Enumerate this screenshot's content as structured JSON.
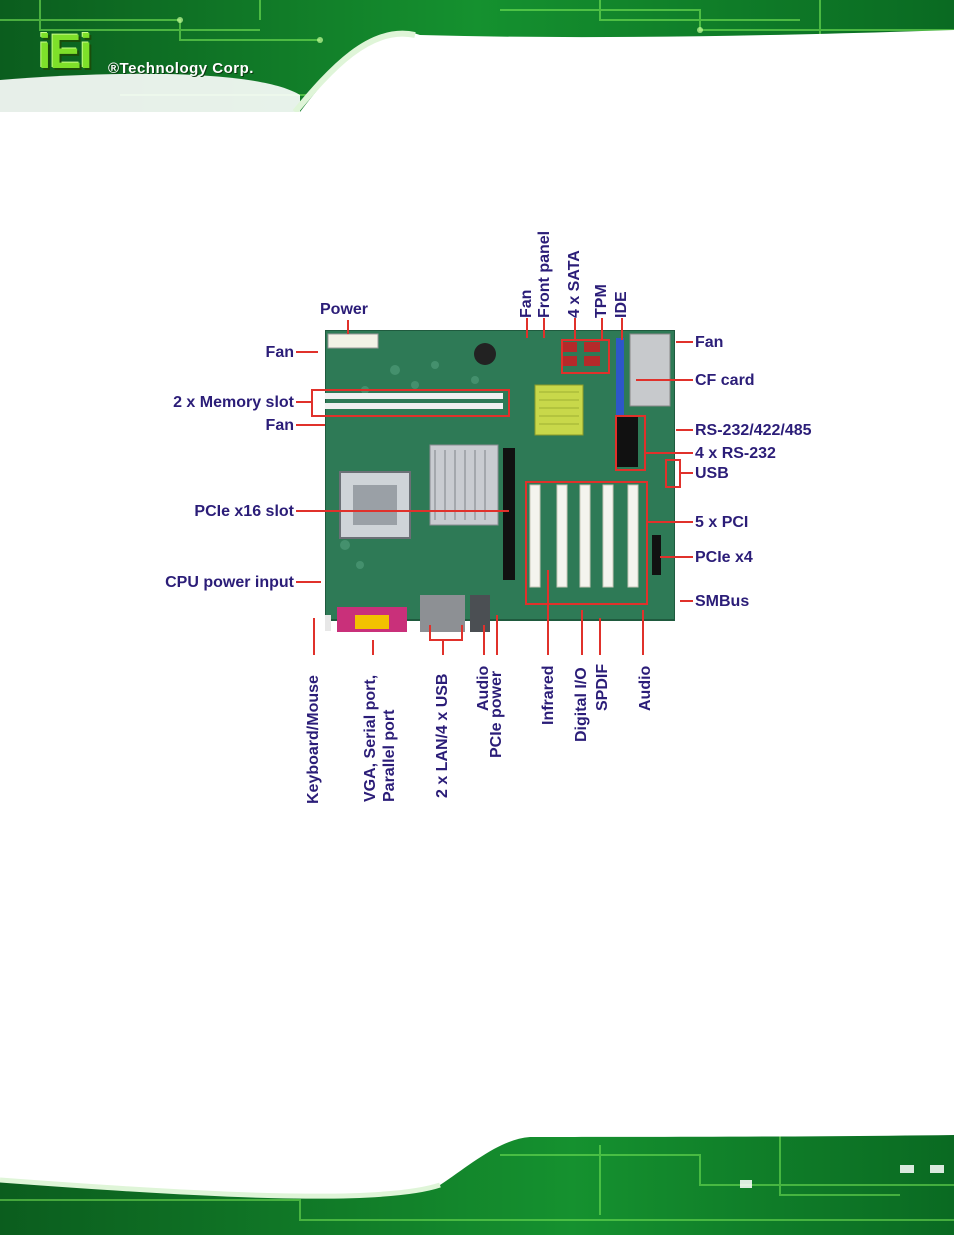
{
  "header": {
    "logo_mark": "iEi",
    "company": "®Technology Corp."
  },
  "diagram": {
    "labels": {
      "power": "Power",
      "fan_top_left": "Fan",
      "memory": "2 x Memory slot",
      "fan_left": "Fan",
      "pcie_x16": "PCIe x16 slot",
      "cpu_power": "CPU power input",
      "fan_right": "Fan",
      "cf_card": "CF card",
      "rs232_422_485": "RS-232/422/485",
      "rs232": "4 x RS-232",
      "usb": "USB",
      "pci": "5 x PCI",
      "pcie_x4": "PCIe x4",
      "smbus": "SMBus"
    },
    "top_vertical": {
      "fan": "Fan",
      "front_panel": "Front panel",
      "sata": "4 x SATA",
      "tpm": "TPM",
      "ide": "IDE"
    },
    "bottom_vertical": {
      "keyboard_mouse": "Keyboard/Mouse",
      "vga_line1": "VGA, Serial port,",
      "vga_line2": "Parallel port",
      "lan_usb": "2 x LAN/4 x USB",
      "audio": "Audio",
      "pcie_power": "PCIe power",
      "infrared": "Infrared",
      "digital_io": "Digital I/O",
      "spdif": "SPDIF",
      "audio2": "Audio"
    }
  },
  "colors": {
    "label": "#2b1d78",
    "callout": "#e0312b",
    "board": "#2e7a56",
    "banner_green": "#0f7a2a"
  }
}
